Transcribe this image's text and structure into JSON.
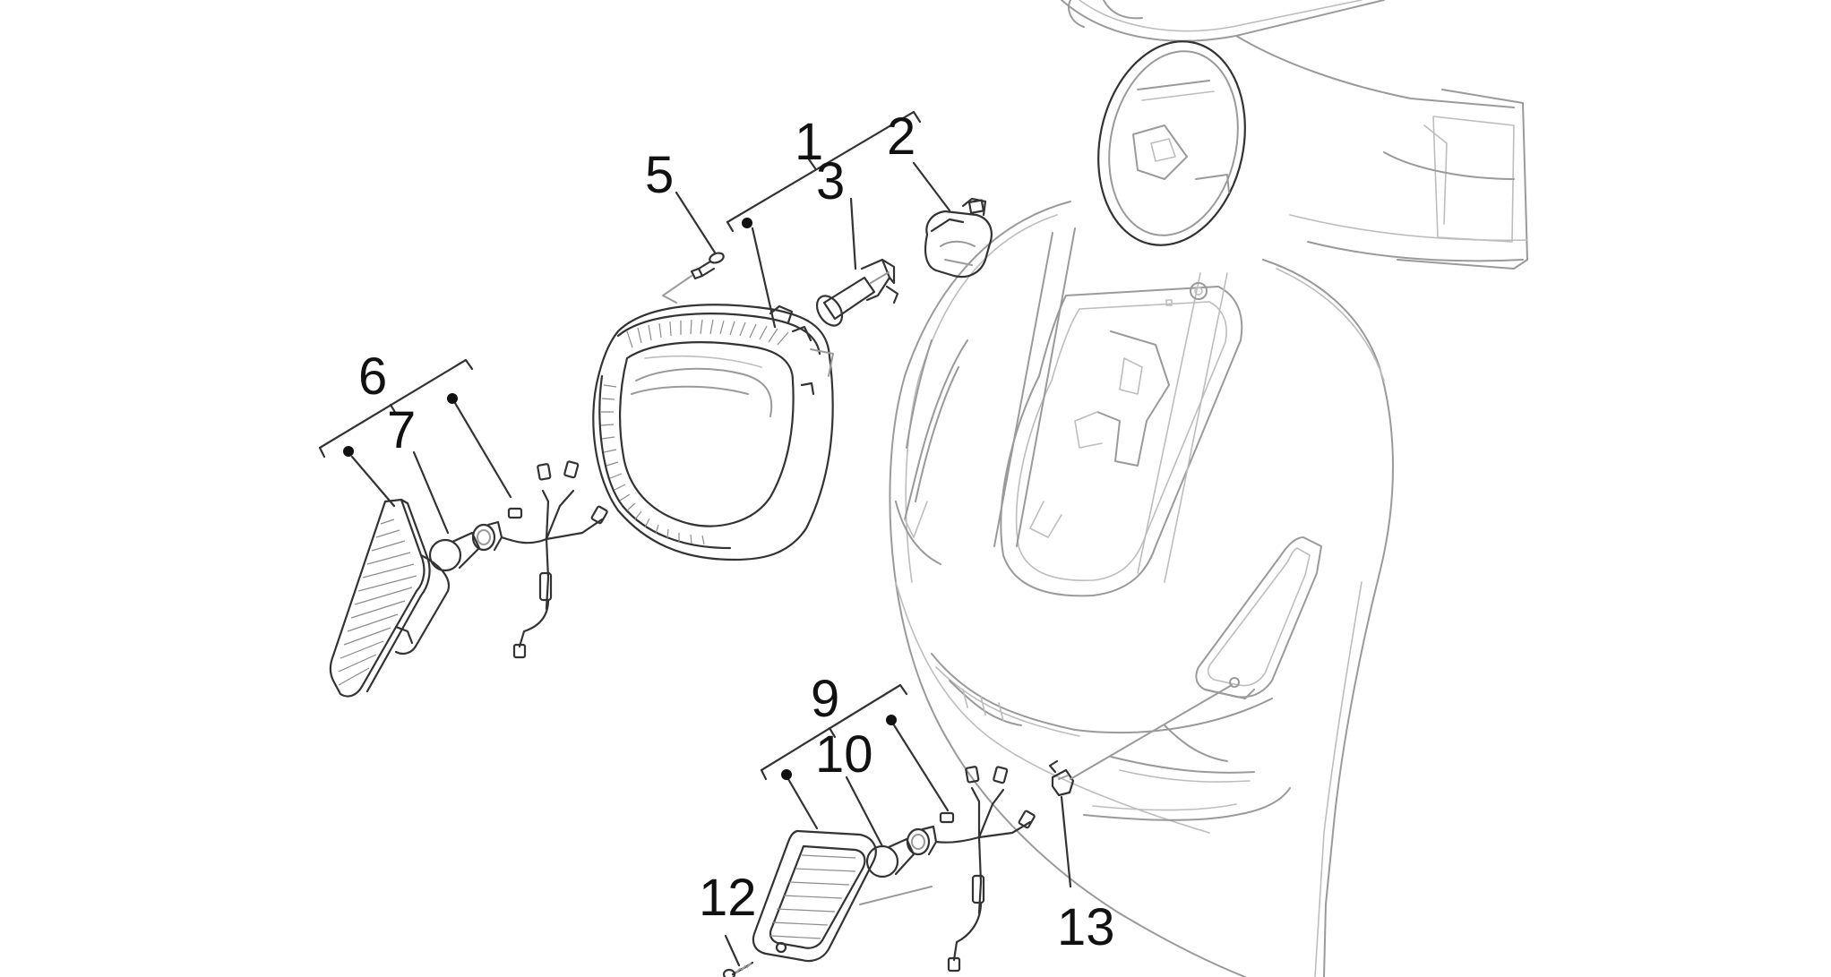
{
  "colors": {
    "ink": "#111111",
    "line": "#333333",
    "ghost": "#9a9a9a",
    "background": "#ffffff"
  },
  "callouts": [
    {
      "id": "1",
      "text": "1"
    },
    {
      "id": "2",
      "text": "2"
    },
    {
      "id": "3",
      "text": "3"
    },
    {
      "id": "5",
      "text": "5"
    },
    {
      "id": "6",
      "text": "6"
    },
    {
      "id": "7",
      "text": "7"
    },
    {
      "id": "9",
      "text": "9"
    },
    {
      "id": "10",
      "text": "10"
    },
    {
      "id": "12",
      "text": "12"
    },
    {
      "id": "13",
      "text": "13"
    }
  ]
}
